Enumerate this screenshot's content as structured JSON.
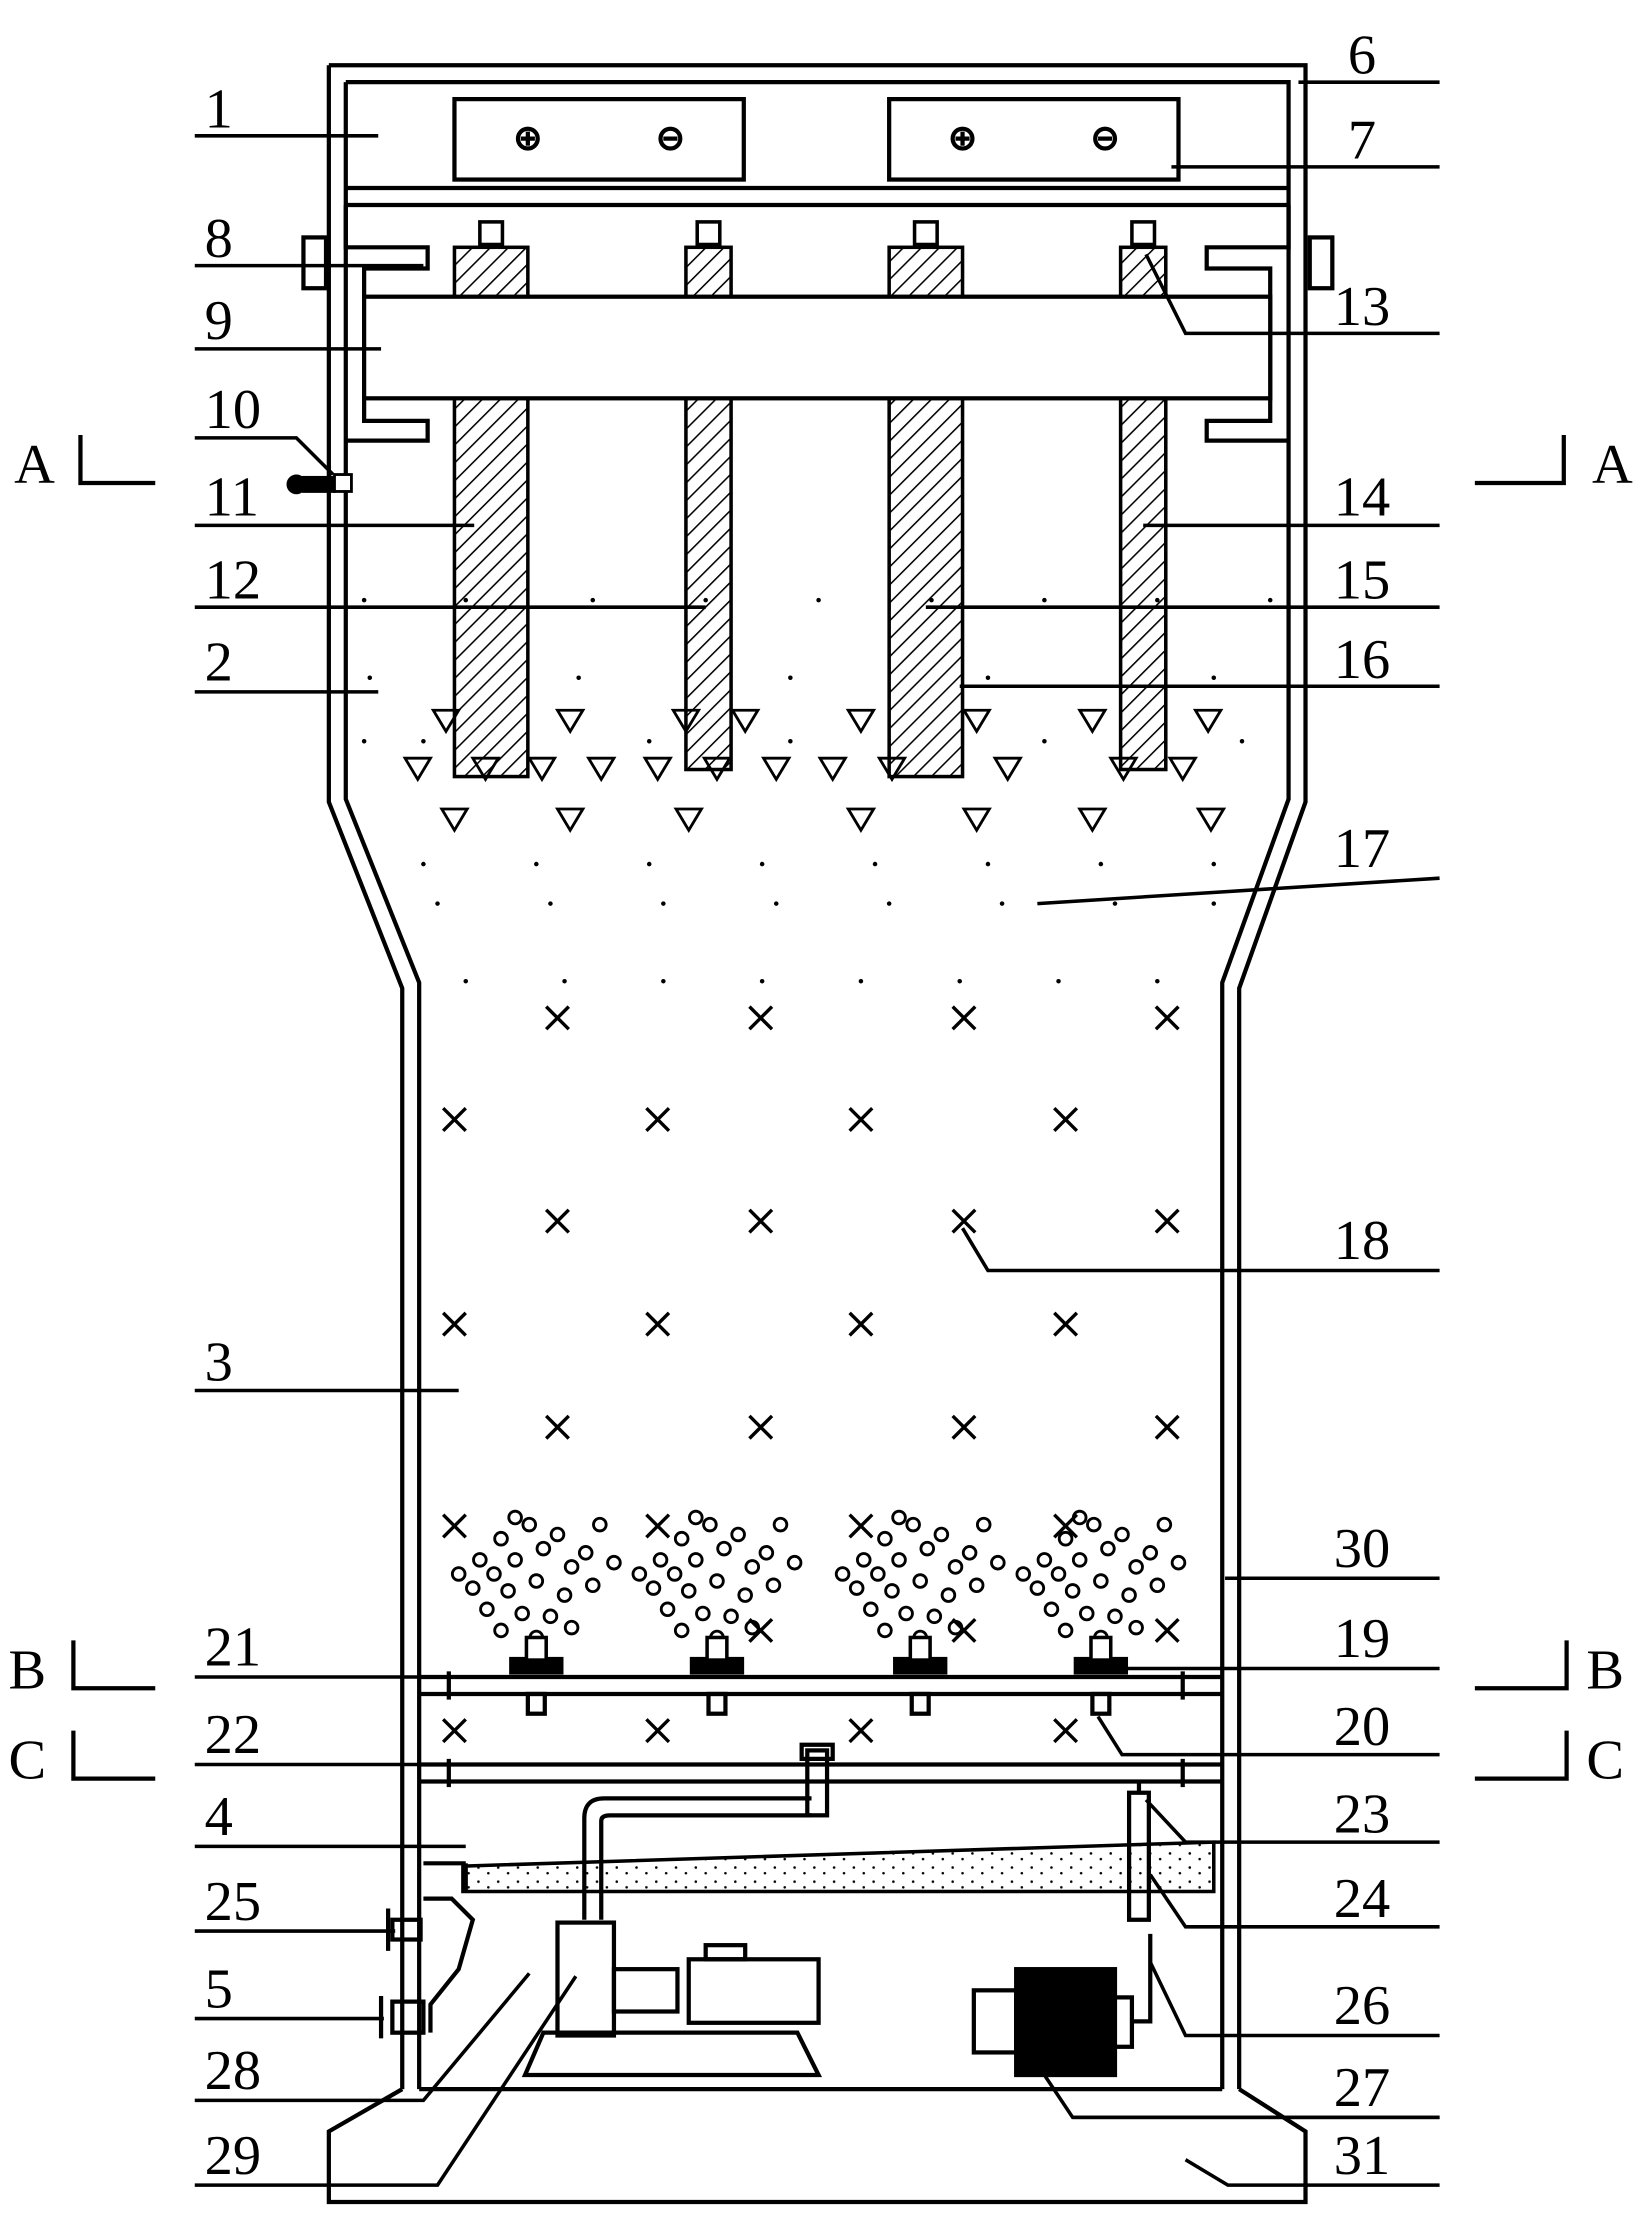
{
  "labels": {
    "n1": "1",
    "n2": "2",
    "n3": "3",
    "n4": "4",
    "n5": "5",
    "n6": "6",
    "n7": "7",
    "n8": "8",
    "n9": "9",
    "n10": "10",
    "n11": "11",
    "n12": "12",
    "n13": "13",
    "n14": "14",
    "n15": "15",
    "n16": "16",
    "n17": "17",
    "n18": "18",
    "n19": "19",
    "n20": "20",
    "n21": "21",
    "n22": "22",
    "n23": "23",
    "n24": "24",
    "n25": "25",
    "n26": "26",
    "n27": "27",
    "n28": "28",
    "n29": "29",
    "n30": "30",
    "n31": "31"
  },
  "sections": {
    "a": "A",
    "b": "B",
    "c": "C"
  }
}
